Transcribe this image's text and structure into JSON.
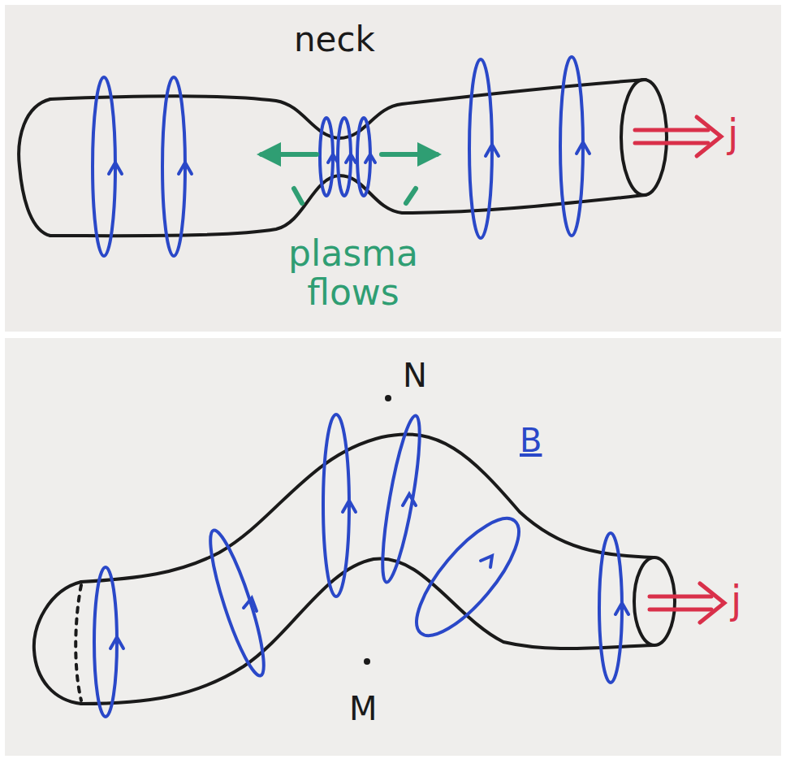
{
  "diagram": {
    "labels": [
      "neck",
      "plasma flows",
      "j",
      "N",
      "B",
      "j",
      "M"
    ]
  }
}
